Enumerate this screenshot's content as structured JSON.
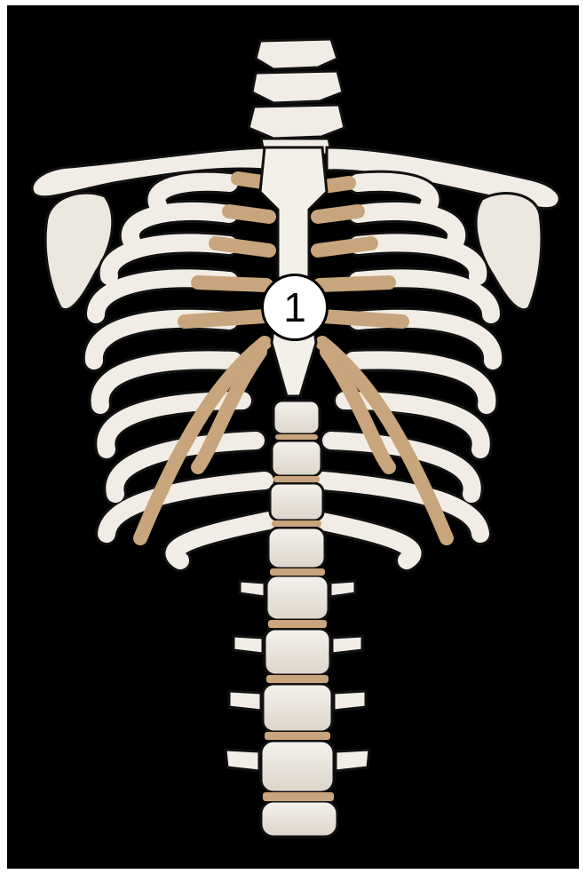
{
  "image": {
    "subject": "skeleton-ribcage-spine-anterior-view",
    "colors": {
      "background": "#000000",
      "frame": "#ffffff",
      "bone": "#f1ede6",
      "bone_shade": "#cfc8bd",
      "cartilage": "#c8a57c",
      "outline": "#111111"
    }
  },
  "annotations": [
    {
      "id": "marker-1",
      "label": "1"
    }
  ]
}
